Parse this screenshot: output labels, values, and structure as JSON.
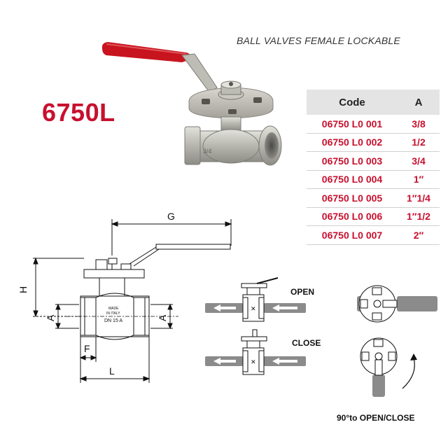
{
  "header": {
    "model": "6750L",
    "title": "BALL VALVES FEMALE LOCKABLE"
  },
  "table": {
    "columns": [
      "Code",
      "A"
    ],
    "rows": [
      {
        "code": "06750 L0 001",
        "size": "3/8"
      },
      {
        "code": "06750 L0 002",
        "size": "1/2"
      },
      {
        "code": "06750 L0 003",
        "size": "3/4"
      },
      {
        "code": "06750 L0 004",
        "size": "1″"
      },
      {
        "code": "06750 L0 005",
        "size": "1″1/4"
      },
      {
        "code": "06750 L0 006",
        "size": "1″1/2"
      },
      {
        "code": "06750 L0 007",
        "size": "2″"
      }
    ]
  },
  "drawing": {
    "dim_g": "G",
    "dim_h": "H",
    "dim_a": "A",
    "dim_f": "F",
    "dim_l": "L",
    "body_mark_1": "MADE",
    "body_mark_2": "IN ITALY",
    "body_mark_3": "DN 15 A"
  },
  "operation": {
    "open_label": "OPEN",
    "close_label": "CLOSE",
    "caption": "90°to OPEN/CLOSE"
  },
  "colors": {
    "brand_red": "#c8102e",
    "handle_red": "#c8141e",
    "metal": "#b9b9b4",
    "header_gray": "#e4e4e4"
  }
}
